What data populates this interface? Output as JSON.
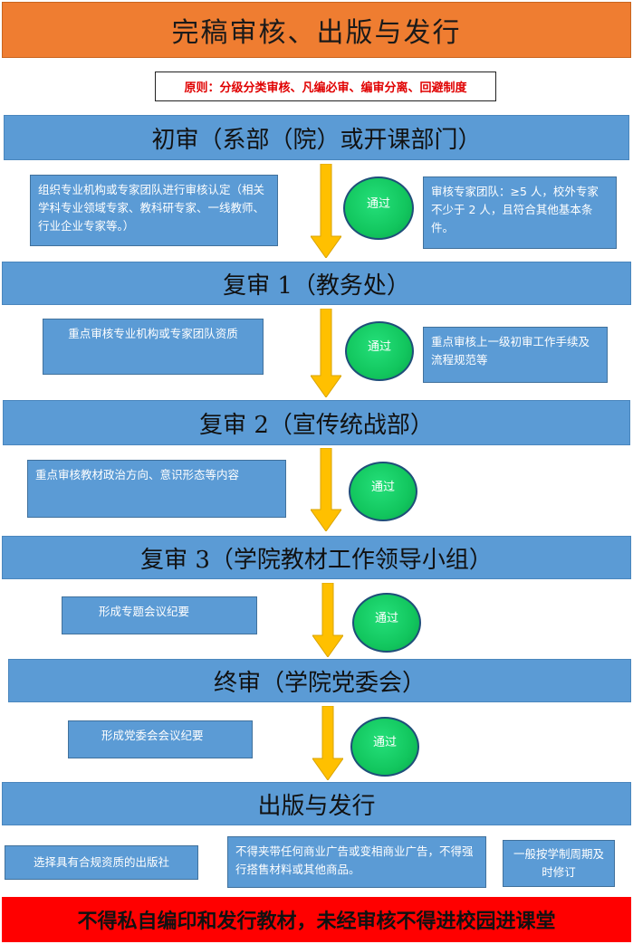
{
  "title": "完稿审核、出版与发行",
  "principle": "原则：分级分类审核、凡编必审、编审分离、回避制度",
  "stages": [
    {
      "label": "初审（系部（院）或开课部门）",
      "left_note": "组织专业机构或专家团队进行审核认定（相关学科专业领域专家、教科研专家、一线教师、行业企业专家等。）",
      "pass": "通过",
      "right_note": "审核专家团队：≥5 人，校外专家不少于 2 人，且符合其他基本条件。"
    },
    {
      "label": "复审 1（教务处）",
      "left_note": "重点审核专业机构或专家团队资质",
      "pass": "通过",
      "right_note": "重点审核上一级初审工作手续及流程规范等"
    },
    {
      "label": "复审 2（宣传统战部）",
      "left_note": "重点审核教材政治方向、意识形态等内容",
      "pass": "通过"
    },
    {
      "label": "复审 3（学院教材工作领导小组）",
      "left_note": "形成专题会议纪要",
      "pass": "通过"
    },
    {
      "label": "终审（学院党委会）",
      "left_note": "形成党委会会议纪要",
      "pass": "通过"
    },
    {
      "label": "出版与发行",
      "notes": [
        "选择具有合规资质的出版社",
        "不得夹带任何商业广告或变相商业广告，不得强行搭售材料或其他商品。",
        "一般按学制周期及时修订"
      ]
    }
  ],
  "footer": "不得私自编印和发行教材，未经审核不得进校园进课堂",
  "colors": {
    "title_bg": "#ef7d31",
    "stage_bg": "#5b9bd5",
    "pass_green": "#12c65e",
    "arrow_yellow": "#ffc000",
    "footer_bg": "#ff0000",
    "principle_text": "#e00000"
  }
}
